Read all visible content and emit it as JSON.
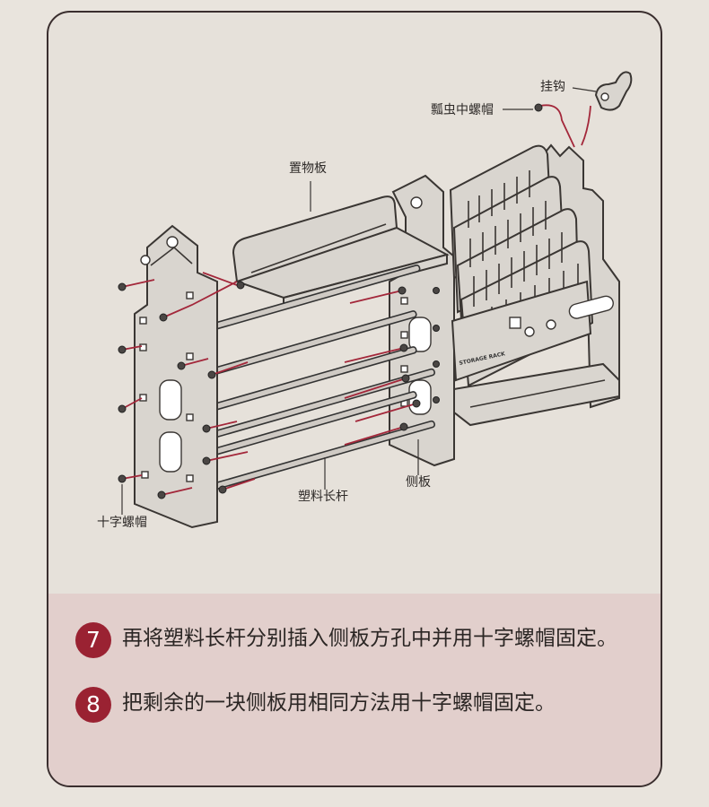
{
  "labels": {
    "hook": "挂钩",
    "ladybug_nut": "瓢虫中螺帽",
    "shelf_board": "置物板",
    "side_panel": "侧板",
    "plastic_rod": "塑料长杆",
    "cross_nut": "十字螺帽",
    "front_print": "STORAGE RACK"
  },
  "steps": [
    {
      "number": "7",
      "text": "再将塑料长杆分别插入侧板方孔中并用十字螺帽固定。"
    },
    {
      "number": "8",
      "text": "把剩余的一块侧板用相同方法用十字螺帽固定。"
    }
  ],
  "colors": {
    "accent": "#9a2232",
    "leader_red": "#a3273a",
    "panel_bg": "#e2cfcc",
    "card_bg": "#e6e1da",
    "outline": "#3a2e2e"
  }
}
